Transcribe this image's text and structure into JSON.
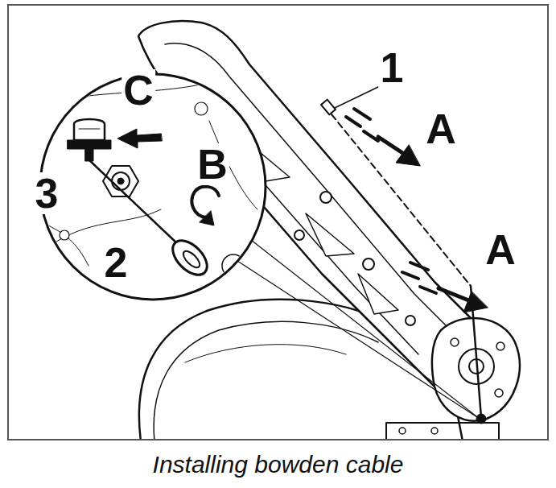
{
  "diagram": {
    "caption": "Installing bowden cable",
    "labels": [
      "1",
      "A",
      "C",
      "B",
      "A",
      "3",
      "2"
    ]
  }
}
